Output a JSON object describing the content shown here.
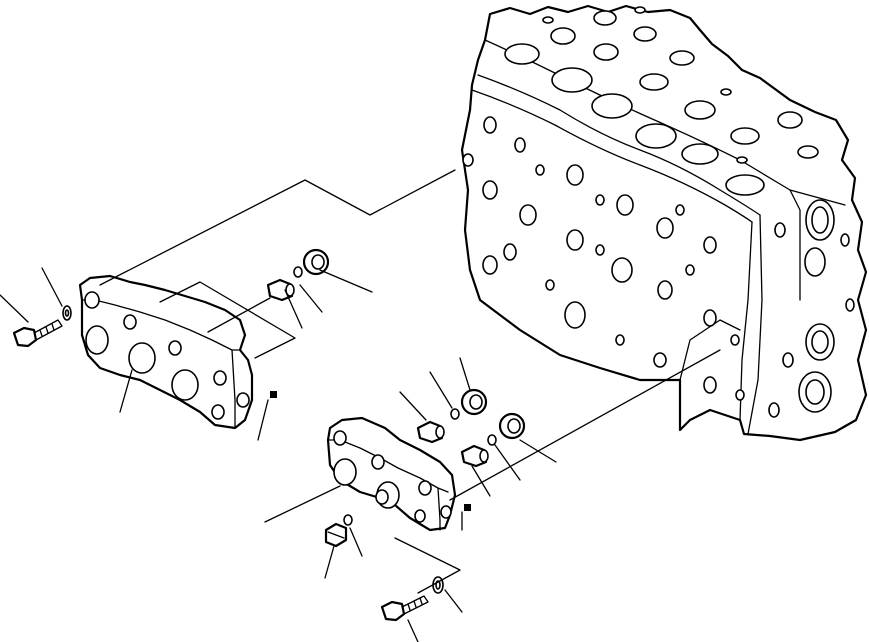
{
  "figure": {
    "kind": "exploded parts diagram",
    "components": [
      {
        "id": "valve-body",
        "icon": "control-valve-block"
      },
      {
        "id": "upper-cover-block",
        "icon": "manifold-cover"
      },
      {
        "id": "lower-cover-block",
        "icon": "manifold-cover"
      },
      {
        "id": "bolt",
        "icon": "hex-bolt"
      },
      {
        "id": "washer",
        "icon": "washer"
      },
      {
        "id": "plug",
        "icon": "plug"
      },
      {
        "id": "o-ring",
        "icon": "o-ring"
      },
      {
        "id": "spacer",
        "icon": "spacer-ring"
      }
    ],
    "line_color": "#000000",
    "background": "#ffffff"
  }
}
